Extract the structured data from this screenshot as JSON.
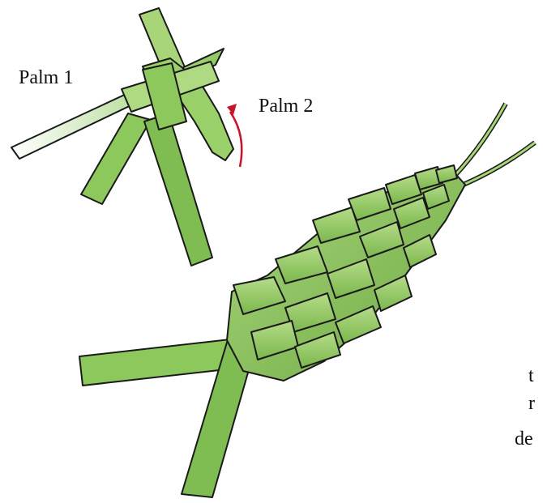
{
  "labels": {
    "palm1": "Palm 1",
    "palm2": "Palm 2"
  },
  "edge_text": [
    "t",
    "r",
    "de"
  ],
  "colors": {
    "strip_light": "#c6e3a2",
    "strip_mid": "#8cc85c",
    "strip_dark": "#5c9a34",
    "outline": "#1a1a1a",
    "arrow": "#c8142a",
    "background": "#ffffff"
  }
}
